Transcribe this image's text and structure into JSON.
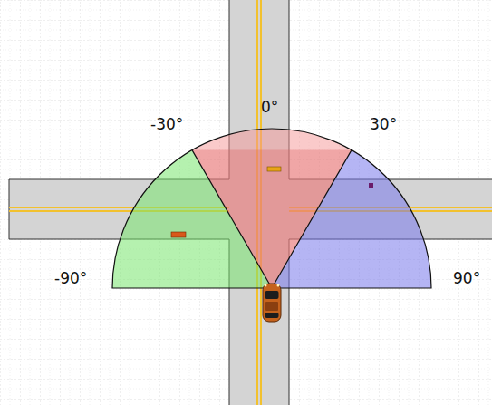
{
  "diagram": {
    "labels": [
      "0°",
      "-30°",
      "30°",
      "-90°",
      "90°"
    ]
  }
}
